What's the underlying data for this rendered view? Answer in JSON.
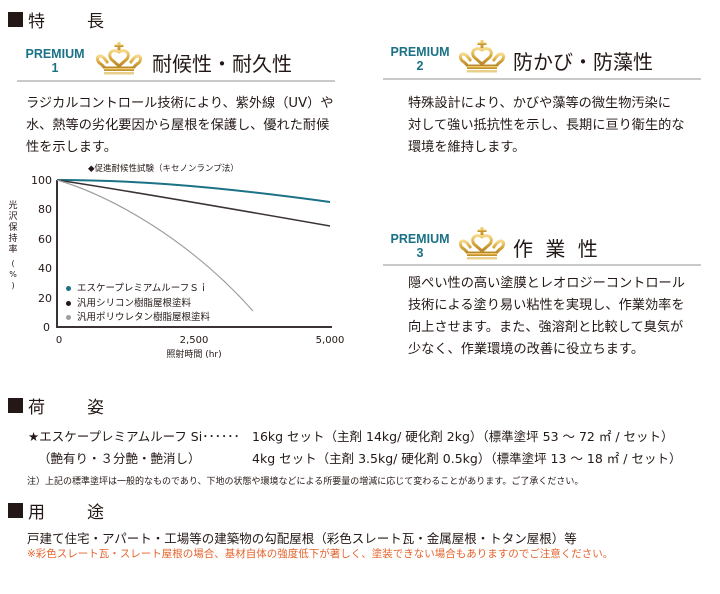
{
  "sections": {
    "features": {
      "c1": "特",
      "c2": "長"
    },
    "packaging": {
      "c1": "荷",
      "c2": "姿"
    },
    "usage": {
      "c1": "用",
      "c2": "途"
    }
  },
  "features": [
    {
      "premium_label": "PREMIUM",
      "number": "1",
      "icon": "crown-icon",
      "title": "耐候性・耐久性",
      "lines": [
        "ラジカルコントロール技術により、紫外線（UV）や",
        "水、熱等の劣化要因から屋根を保護し、優れた耐候",
        "性を示します。"
      ]
    },
    {
      "premium_label": "PREMIUM",
      "number": "2",
      "icon": "crown-icon",
      "title": "防かび・防藻性",
      "lines": [
        "特殊設計により、かびや藻等の微生物汚染に",
        "対して強い抵抗性を示し、長期に亘り衛生的な",
        "環境を維持します。"
      ]
    },
    {
      "premium_label": "PREMIUM",
      "number": "3",
      "icon": "crown-icon",
      "title": "作 業 性",
      "lines": [
        "隠ぺい性の高い塗膜とレオロジーコントロール",
        "技術による塗り易い粘性を実現し、作業効率を",
        "向上させます。また、強溶剤と比較して臭気が",
        "少なく、作業環境の改善に役立ちます。"
      ]
    }
  ],
  "chart_data": {
    "type": "line",
    "title": "◆促進耐候性試験（キセノンランプ法）",
    "xlabel": "照射時間 (hr)",
    "ylabel": "光沢保持率（%）",
    "xlim": [
      0,
      5000
    ],
    "ylim": [
      0,
      100
    ],
    "xticks": [
      "0",
      "2,500",
      "5,000"
    ],
    "yticks": [
      "0",
      "20",
      "40",
      "60",
      "80",
      "100"
    ],
    "grid": false,
    "legend_position": "lower-left",
    "series": [
      {
        "name": "エスケープレミアムルーフＳｉ",
        "color": "#1b7286",
        "x": [
          0,
          1000,
          2000,
          3000,
          4000,
          5000
        ],
        "y": [
          100,
          99,
          97,
          94,
          90,
          85
        ]
      },
      {
        "name": "汎用シリコン樹脂屋根塗料",
        "color": "#3a3333",
        "x": [
          0,
          1000,
          2000,
          3000,
          4000,
          5000
        ],
        "y": [
          100,
          96,
          90,
          84,
          77,
          69
        ]
      },
      {
        "name": "汎用ポリウレタン樹脂屋根塗料",
        "color": "#9e9e9e",
        "x": [
          0,
          1000,
          2000,
          2500,
          3000,
          3600
        ],
        "y": [
          100,
          90,
          70,
          55,
          36,
          11
        ]
      }
    ]
  },
  "packaging": {
    "product_line": "★エスケープレミアムルーフ Si･･････",
    "variants": "（艶有り・３分艶・艶消し）",
    "set16": "16kg セット（主剤 14kg/ 硬化剤 2kg）（標準塗坪 53 ～ 72 ㎡ / セット）",
    "set4": "4kg セット（主剤 3.5kg/ 硬化剤 0.5kg）（標準塗坪 13 ～ 18 ㎡ / セット）",
    "note": "注）上記の標準塗坪は一般的なものであり、下地の状態や環境などによる所要量の増減に応じて変わることがあります。ご了承ください。"
  },
  "usage": {
    "text": "戸建て住宅・アパート・工場等の建築物の勾配屋根（彩色スレート瓦・金属屋根・トタン屋根）等",
    "warning": "※彩色スレート瓦・スレート屋根の場合、基材自体の強度低下が著しく、塗装できない場合もありますのでご注意ください。",
    "warning_color": "#e5632c"
  },
  "colors": {
    "accent": "#1b7286",
    "text": "#231815",
    "gold": "#d4a73a"
  }
}
